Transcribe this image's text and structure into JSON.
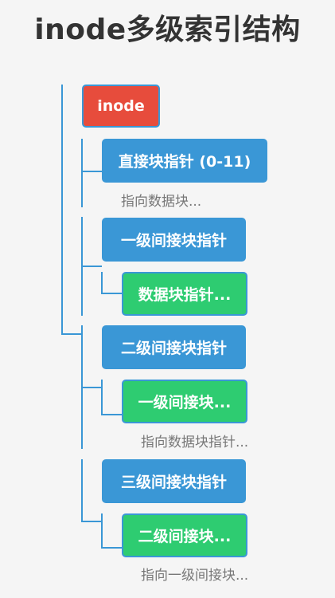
{
  "title": "inode多级索引结构",
  "colors": {
    "root": "#e74c3c",
    "pointer": "#3a97d6",
    "leaf": "#2ecc71",
    "connector": "#3a97d6",
    "background": "#f5f5f5"
  },
  "root": {
    "label": "inode"
  },
  "direct": {
    "label": "直接块指针 (0-11)",
    "note": "指向数据块..."
  },
  "single": {
    "label": "一级间接块指针",
    "child_label": "数据块指针..."
  },
  "double": {
    "label": "二级间接块指针",
    "child_label": "一级间接块...",
    "note": "指向数据块指针..."
  },
  "triple": {
    "label": "三级间接块指针",
    "child_label": "二级间接块...",
    "note": "指向一级间接块..."
  }
}
